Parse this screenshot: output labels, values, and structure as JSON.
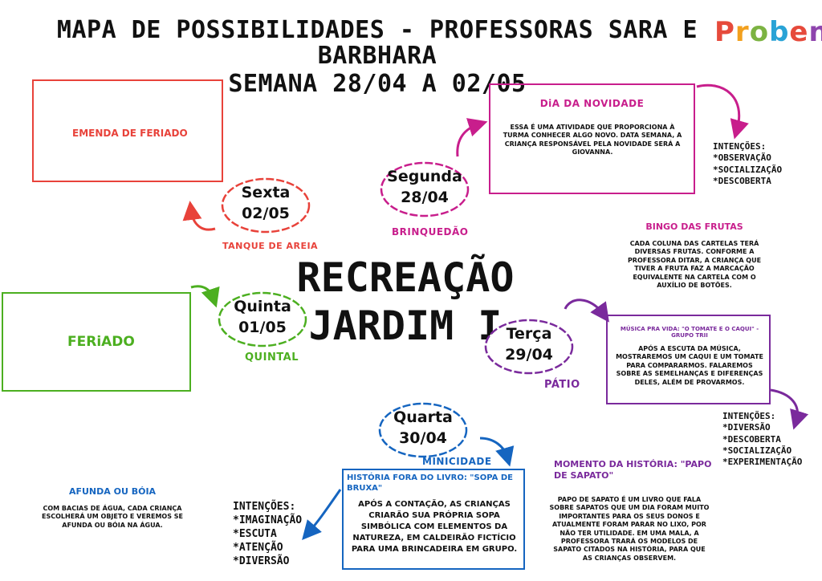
{
  "header": {
    "title_line1": "MAPA DE POSSIBILIDADES - PROFESSORAS SARA E BARBHARA",
    "title_line2": "SEMANA 28/04 A 02/05",
    "logo": [
      "P",
      "r",
      "o",
      "b",
      "e",
      "n"
    ]
  },
  "center": {
    "line1": "RECREAÇÃO",
    "line2": "JARDIM I"
  },
  "colors": {
    "red": "#e8423a",
    "pink": "#c81e8c",
    "green": "#4caf20",
    "purple": "#7a2a9c",
    "blue": "#1565c0"
  },
  "sexta": {
    "day": "Sexta",
    "date": "02/05",
    "place": "TANQUE DE AREIA",
    "box_text": "EMENDA DE FERIADO"
  },
  "segunda": {
    "day": "Segunda",
    "date": "28/04",
    "place": "BRINQUEDÃO",
    "box_title": "DiA DA NOVIDADE",
    "box_text": "ESSA É UMA ATIVIDADE QUE PROPORCIONA À TURMA CONHECER ALGO NOVO. DATA SEMANA, A CRIANÇA RESPONSÁVEL PELA NOVIDADE SERÁ A GIOVANNA.",
    "intentions": "INTENÇÕES:\n*OBSERVAÇÃO\n*SOCIALIZAÇÃO\n*DESCOBERTA"
  },
  "quinta": {
    "day": "Quinta",
    "date": "01/05",
    "place": "QUINTAL",
    "box_text": "FERiADO"
  },
  "terca": {
    "day": "Terça",
    "date": "29/04",
    "place": "PÁTIO",
    "bingo_title": "BINGO DAS FRUTAS",
    "bingo_text": "CADA COLUNA DAS CARTELAS TERÁ DIVERSAS FRUTAS. CONFORME A PROFESSORA DITAR, A CRIANÇA QUE TIVER A FRUTA FAZ A MARCAÇÃO EQUIVALENTE NA CARTELA COM O AUXÍLIO DE BOTÕES.",
    "box_title": "MÚSICA PRA VIDA: \"O TOMATE E O CAQUI\" - GRUPO TRII",
    "box_text": "APÓS A ESCUTA DA MÚSICA, MOSTRAREMOS UM CAQUI E UM TOMATE PARA COMPARARMOS. FALAREMOS SOBRE AS SEMELHANÇAS E DIFERENÇAS DELES, ALÉM DE PROVARMOS.",
    "intentions": "INTENÇÕES:\n*DIVERSÃO\n*DESCOBERTA\n*SOCIALIZAÇÃO\n*EXPERIMENTAÇÃO",
    "story_title": "MOMENTO DA HISTÓRIA: \"PAPO DE SAPATO\"",
    "story_text": "PAPO DE SAPATO É UM LIVRO QUE FALA SOBRE SAPATOS QUE UM DIA FORAM MUITO IMPORTANTES PARA OS SEUS DONOS E ATUALMENTE FORAM PARAR NO LIXO, POR NÃO TER UTILIDADE. EM UMA MALA, A PROFESSORA TRARÁ OS MODELOS DE SAPATO CITADOS NA HISTÓRIA, PARA QUE AS CRIANÇAS OBSERVEM."
  },
  "quarta": {
    "day": "Quarta",
    "date": "30/04",
    "place": "MINICIDADE",
    "box_title": "HISTÓRIA FORA DO LIVRO: \"SOPA DE BRUXA\"",
    "box_text": "APÓS A CONTAÇÃO, AS CRIANÇAS CRIARÃO SUA PRÓPRIA SOPA SIMBÓLICA COM ELEMENTOS DA NATUREZA, EM CALDEIRÃO FICTÍCIO PARA UMA BRINCADEIRA EM GRUPO.",
    "intentions": "INTENÇÕES:\n*IMAGINAÇÃO\n*ESCUTA\n*ATENÇÃO\n*DIVERSÃO",
    "float_title": "AFUNDA OU BÓIA",
    "float_text": "COM BACIAS DE ÁGUA, CADA CRIANÇA ESCOLHERÁ UM OBJETO E VEREMOS SE AFUNDA OU BÓIA NA ÁGUA."
  }
}
